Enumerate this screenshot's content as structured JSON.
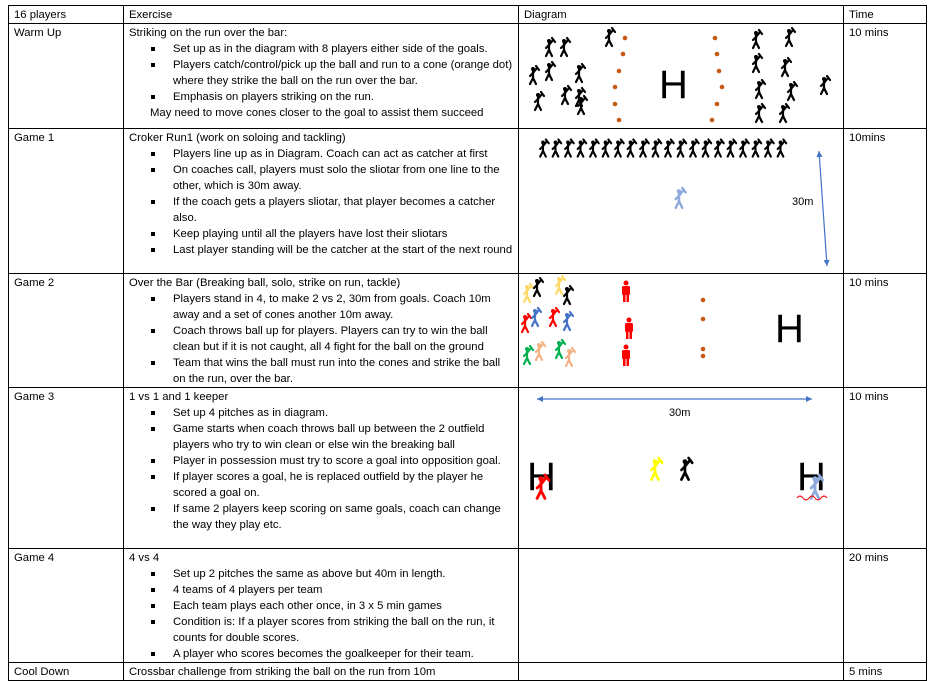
{
  "header": {
    "players": "16 players",
    "exercise": "Exercise",
    "diagram": "Diagram",
    "time": "Time"
  },
  "rows": [
    {
      "name": "Warm Up",
      "title": "Striking on the run over the bar:",
      "bullets": [
        "Set up as in the diagram with 8 players either side of the goals.",
        "Players catch/control/pick up the ball and run to a cone (orange dot) where they strike the ball on the run over the bar.",
        "Emphasis on players striking on the run."
      ],
      "footer": "May need to move cones closer to the goal to assist them succeed",
      "time": "10 mins",
      "goal": "H"
    },
    {
      "name": "Game 1",
      "title": "Croker Run1 (work on soloing and tackling)",
      "bullets": [
        "Players line up as in Diagram. Coach can act as catcher at first",
        "On coaches call, players must solo the sliotar from one line to the other, which is 30m away.",
        "If the coach gets a players sliotar, that player becomes a catcher also.",
        "Keep playing until all the players have lost their sliotars",
        "Last player standing will be the catcher at the start of the next round"
      ],
      "time": "10mins",
      "distance": "30m"
    },
    {
      "name": "Game 2",
      "title": "Over the Bar (Breaking ball, solo, strike on run, tackle)",
      "bullets": [
        "Players stand in 4, to make 2 vs 2, 30m from goals. Coach 10m away and a set of cones another 10m away.",
        "Coach throws ball up for players. Players can try to win the ball clean but if it is not caught, all 4 fight for the ball on the ground",
        "Team that wins the ball must run into the cones and strike the ball on the run, over the bar."
      ],
      "time": "10 mins",
      "goal": "H"
    },
    {
      "name": "Game 3",
      "title": "1 vs 1 and 1 keeper",
      "bullets": [
        "Set up 4 pitches as in diagram.",
        "Game starts when coach throws ball up between the 2 outfield players who try to win clean or else win the breaking ball",
        "Player in possession must try to score a goal into opposition goal.",
        "If player scores a goal, he is replaced outfield by the player he scored a goal on.",
        "If same 2 players keep scoring on same goals, coach can change the way they play etc."
      ],
      "time": "10 mins",
      "distance": "30m",
      "goal": "H"
    },
    {
      "name": "Game 4",
      "title": "4 vs 4",
      "bullets": [
        "Set up 2 pitches the same as above but 40m in length.",
        "4 teams of 4 players per team",
        "Each team plays each other once, in 3 x 5 min games",
        "Condition is: If a player scores from striking the ball on the run, it counts for double scores.",
        "A player who scores becomes the goalkeeper for their team."
      ],
      "time": "20 mins"
    },
    {
      "name": "Cool Down",
      "title": "Crossbar challenge from striking the ball on the run from 10m",
      "time": "5 mins"
    }
  ],
  "colors": {
    "cone": "#c55a11",
    "arrow": "#4472c4",
    "red": "#ff0000",
    "yellow": "#ffff00",
    "gold": "#ffd966",
    "blue": "#4472c4",
    "lightblue": "#8faadc",
    "green": "#00b050",
    "peach": "#f4b183"
  }
}
